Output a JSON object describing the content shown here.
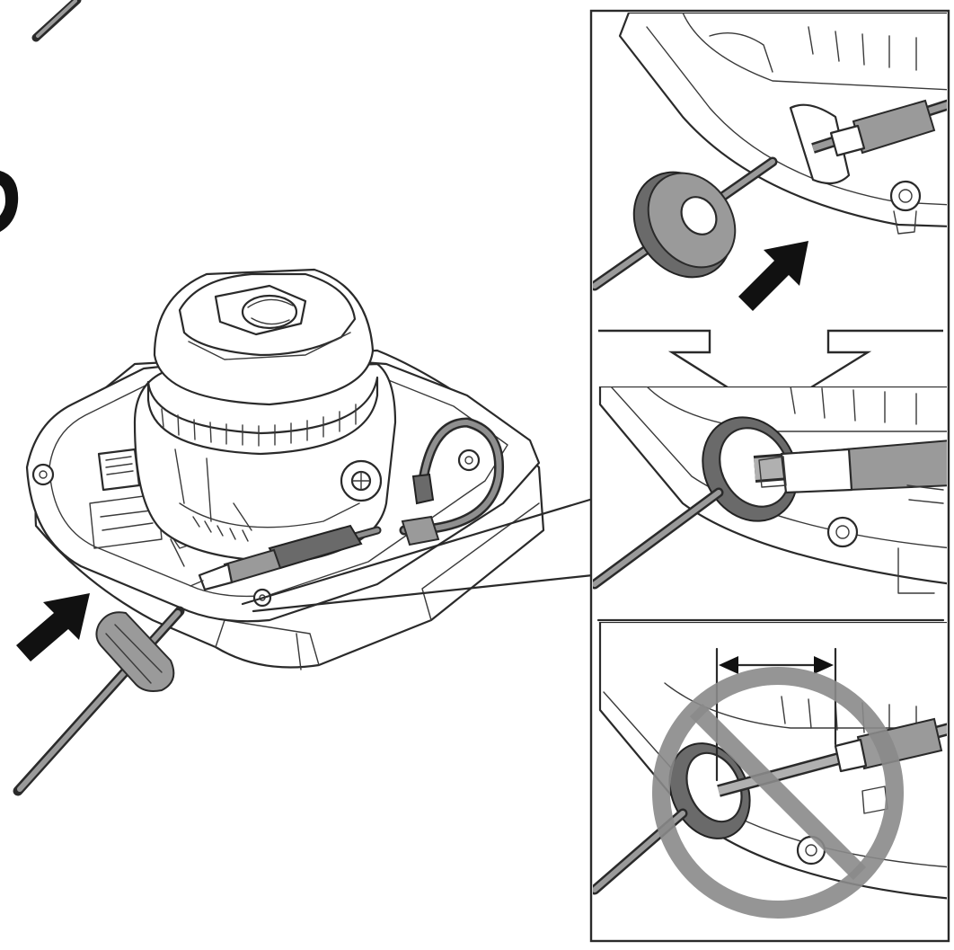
{
  "figure": {
    "step_marker_icon": "step-number-fragment",
    "colors": {
      "line": "#2a2a2a",
      "cable": "#8f8f8f",
      "grommet": "#6a6a6a",
      "prohibit": "#8a8a8a",
      "background": "#ffffff"
    },
    "panels": [
      {
        "id": "insert-grommet",
        "icon": "push-arrow-icon"
      },
      {
        "id": "grommet-seated",
        "icon": "none"
      },
      {
        "id": "incorrect-grommet-gap",
        "icon": "prohibited-icon"
      }
    ]
  }
}
